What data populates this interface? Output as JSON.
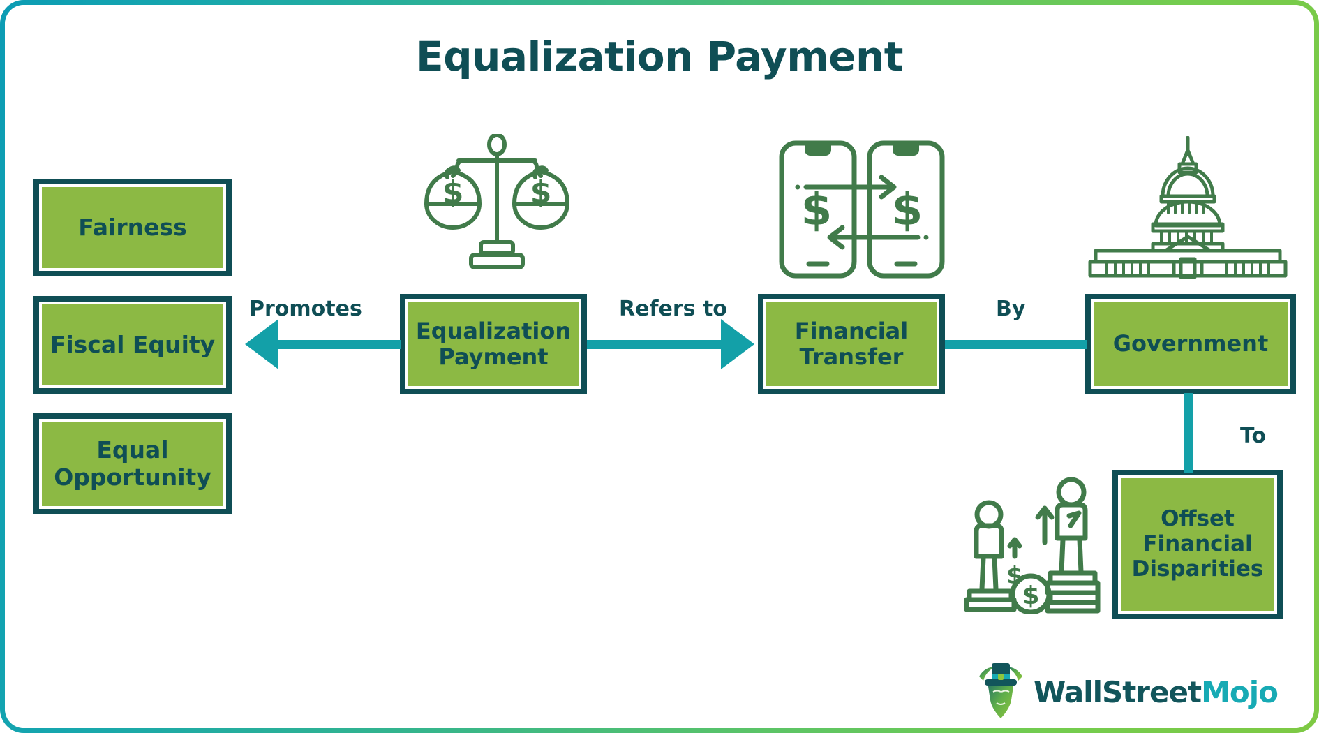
{
  "title": "Equalization Payment",
  "colors": {
    "box_fill": "#8cb944",
    "box_border": "#0f4e55",
    "text_dark": "#0f4e55",
    "connector_teal": "#13a0a8",
    "icon_green": "#417b4a",
    "frame_gradient_start": "#0c9cb4",
    "frame_gradient_end": "#7ec944"
  },
  "boxes": {
    "fairness": "Fairness",
    "fiscal_equity": "Fiscal Equity",
    "equal_opportunity_line1": "Equal",
    "equal_opportunity_line2": "Opportunity",
    "center_line1": "Equalization",
    "center_line2": "Payment",
    "financial_transfer_line1": "Financial",
    "financial_transfer_line2": "Transfer",
    "government": "Government",
    "offset_line1": "Offset",
    "offset_line2": "Financial",
    "offset_line3": "Disparities"
  },
  "connectors": {
    "promotes": "Promotes",
    "refers_to": "Refers to",
    "by": "By",
    "to": "To"
  },
  "icons": {
    "scales": "balance-scales-money-icon",
    "phones": "mobile-money-transfer-icon",
    "capitol": "government-capitol-building-icon",
    "disparity": "income-disparity-people-icon"
  },
  "logo": {
    "mark": "wallstreetmojo-bull-logo-icon",
    "text_primary": "WallStreet",
    "text_accent": "Mojo"
  }
}
